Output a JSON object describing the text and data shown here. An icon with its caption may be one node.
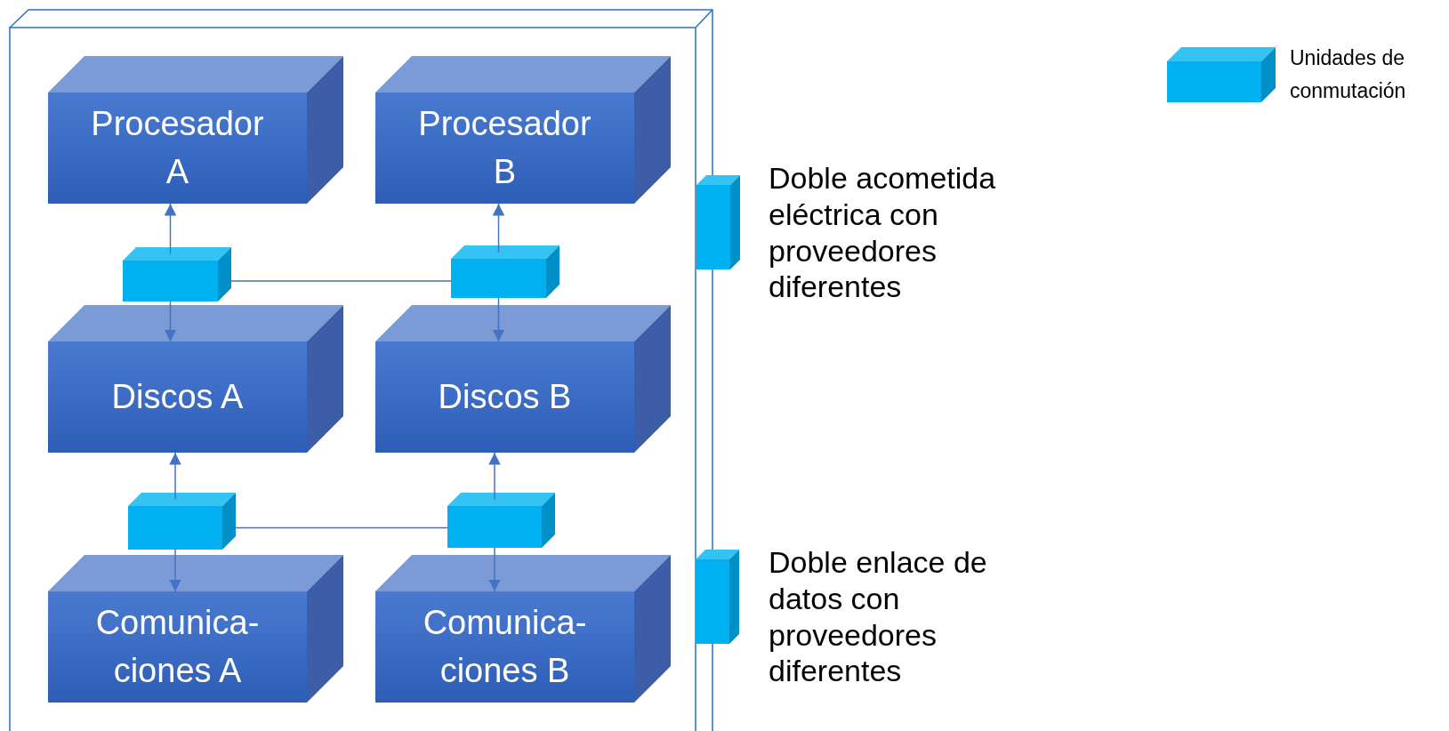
{
  "diagram": {
    "nodes": [
      {
        "text": [],
        "shape": "box"
      },
      {
        "text": [
          "Procesador A"
        ],
        "in": 0
      },
      {
        "text": [
          "Procesador B"
        ],
        "in": 0
      },
      {
        "text": [],
        "shape": "box",
        "beside": [
          "Doble acometida eléctrica con proveedores diferentes"
        ]
      },
      {
        "text": [],
        "shape": "box",
        "in": 0
      },
      {
        "text": [],
        "shape": "box",
        "in": 0
      },
      {
        "text": [
          "Discos A"
        ],
        "in": 0
      },
      {
        "text": [
          "Discos B"
        ],
        "in": 0
      },
      {
        "text": [],
        "shape": "box",
        "in": 0
      },
      {
        "text": [],
        "shape": "box",
        "in": 0
      },
      {
        "text": [
          "Comunica- ciones A"
        ],
        "in": 0
      },
      {
        "text": [
          "Comunica- ciones B"
        ],
        "in": 0
      },
      {
        "text": [],
        "shape": "box",
        "beside": [
          "Doble enlace de datos con proveedores diferentes"
        ]
      }
    ],
    "edges": [
      {
        "from": 4,
        "to": 1,
        "arrow": "to"
      },
      {
        "from": 4,
        "to": 6,
        "arrow": "to"
      },
      {
        "from": 4,
        "to": 5,
        "arrow": "none"
      },
      {
        "from": 5,
        "to": 2,
        "arrow": "to"
      },
      {
        "from": 5,
        "to": 7,
        "arrow": "to"
      },
      {
        "from": 8,
        "to": 6,
        "arrow": "to"
      },
      {
        "from": 8,
        "to": 10,
        "arrow": "to"
      },
      {
        "from": 8,
        "to": 9,
        "arrow": "none"
      },
      {
        "from": 9,
        "to": 7,
        "arrow": "to"
      },
      {
        "from": 9,
        "to": 11,
        "arrow": "to"
      }
    ],
    "legend": [
      {
        "text": "Unidades de conmutación"
      }
    ]
  }
}
